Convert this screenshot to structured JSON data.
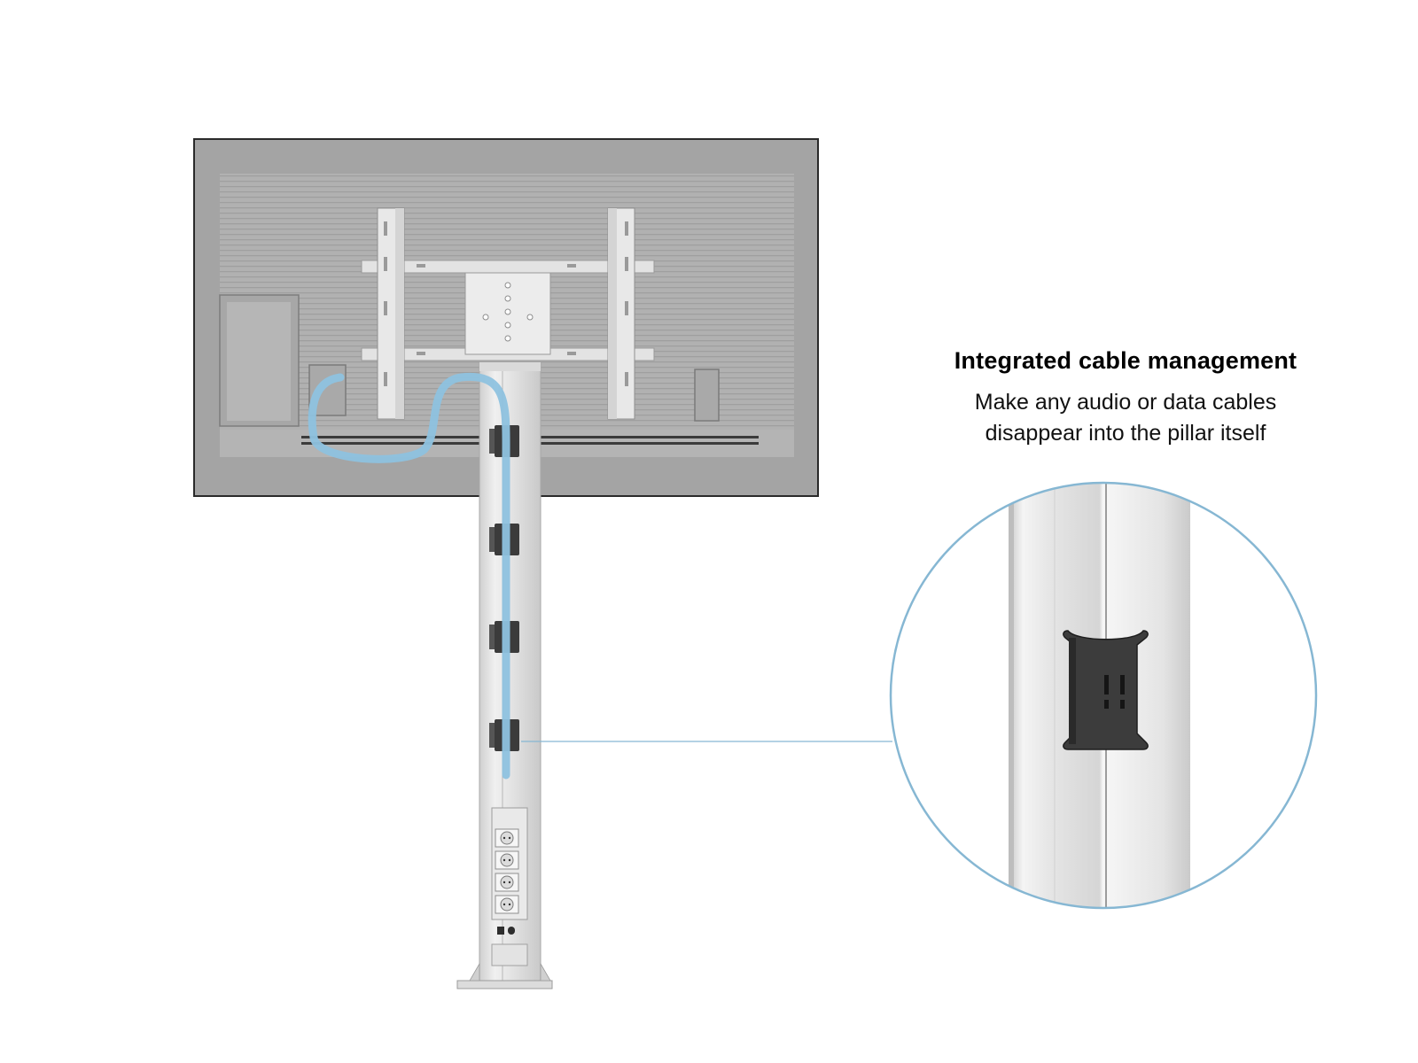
{
  "caption": {
    "title": "Integrated cable management",
    "line1": "Make any audio or data cables",
    "line2": "disappear into the pillar itself"
  },
  "colors": {
    "background": "#ffffff",
    "tv_back": "#a3a3a3",
    "tv_panel": "#b0b0b0",
    "pillar": "#e6e6e6",
    "cable": "#8ec2df",
    "callout_ring": "#86b7d3",
    "clip": "#3a3a3a"
  },
  "icons": {
    "cable_clip": "cable-clip-icon",
    "power_socket": "power-socket-icon",
    "switch": "switch-icon"
  }
}
